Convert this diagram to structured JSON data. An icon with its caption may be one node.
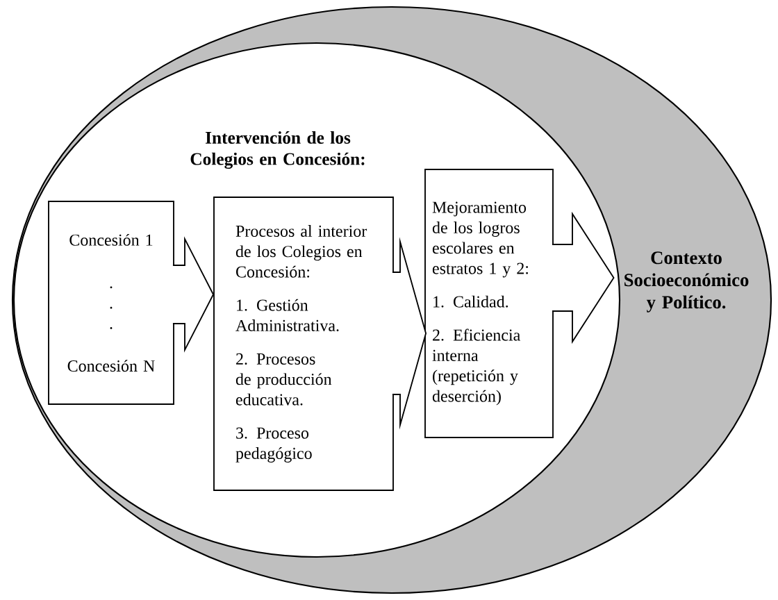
{
  "diagram": {
    "nodes": [
      {
        "text": [
          "Contexto Socioeconómico y Político."
        ]
      },
      {
        "text": [
          "Intervención de los Colegios en Concesión:"
        ]
      },
      {
        "text": [
          "Concesión 1",
          ".",
          ".",
          ".",
          "Concesión N"
        ],
        "in": 1
      },
      {
        "text": [
          "Procesos al interior de los Colegios en Concesión:",
          "1. Gestión Administrativa.",
          "2. Procesos de producción educativa.",
          "3. Proceso pedagógico"
        ],
        "in": 1
      },
      {
        "text": [
          "Mejoramiento de los logros escolares en estratos 1 y 2:",
          "1. Calidad.",
          "2. Eficiencia interna (repetición y deserción)"
        ],
        "in": 1
      }
    ],
    "edges": [
      {
        "from": 2,
        "to": 3,
        "arrow": "to"
      },
      {
        "from": 3,
        "to": 4,
        "arrow": "to"
      },
      {
        "from": 4,
        "to": 0,
        "arrow": "to"
      }
    ]
  }
}
